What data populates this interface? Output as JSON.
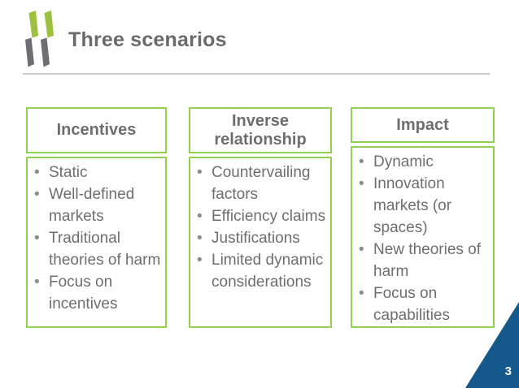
{
  "slide": {
    "title": "Three scenarios",
    "page_number": "3"
  },
  "columns": [
    {
      "header": "Incentives",
      "bullets": [
        "Static",
        "Well-defined markets",
        "Traditional theories of harm",
        "Focus on incentives"
      ]
    },
    {
      "header": "Inverse relationship",
      "bullets": [
        "Countervailing factors",
        "Efficiency claims",
        "Justifications",
        "Limited dynamic considerations"
      ]
    },
    {
      "header": "Impact",
      "bullets": [
        "Dynamic",
        "Innovation markets (or spaces)",
        "New theories of harm",
        "Focus on capabilities"
      ]
    }
  ],
  "colors": {
    "accent_green": "#92D050",
    "text_gray": "#6C6E70",
    "title_gray": "#6A6A6A",
    "logo_green": "#9CC13C",
    "logo_gray": "#6D6E71",
    "triangle_blue": "#15598C",
    "divider_gray": "#CBCBCB",
    "page_number_white": "#FFFFFF"
  }
}
